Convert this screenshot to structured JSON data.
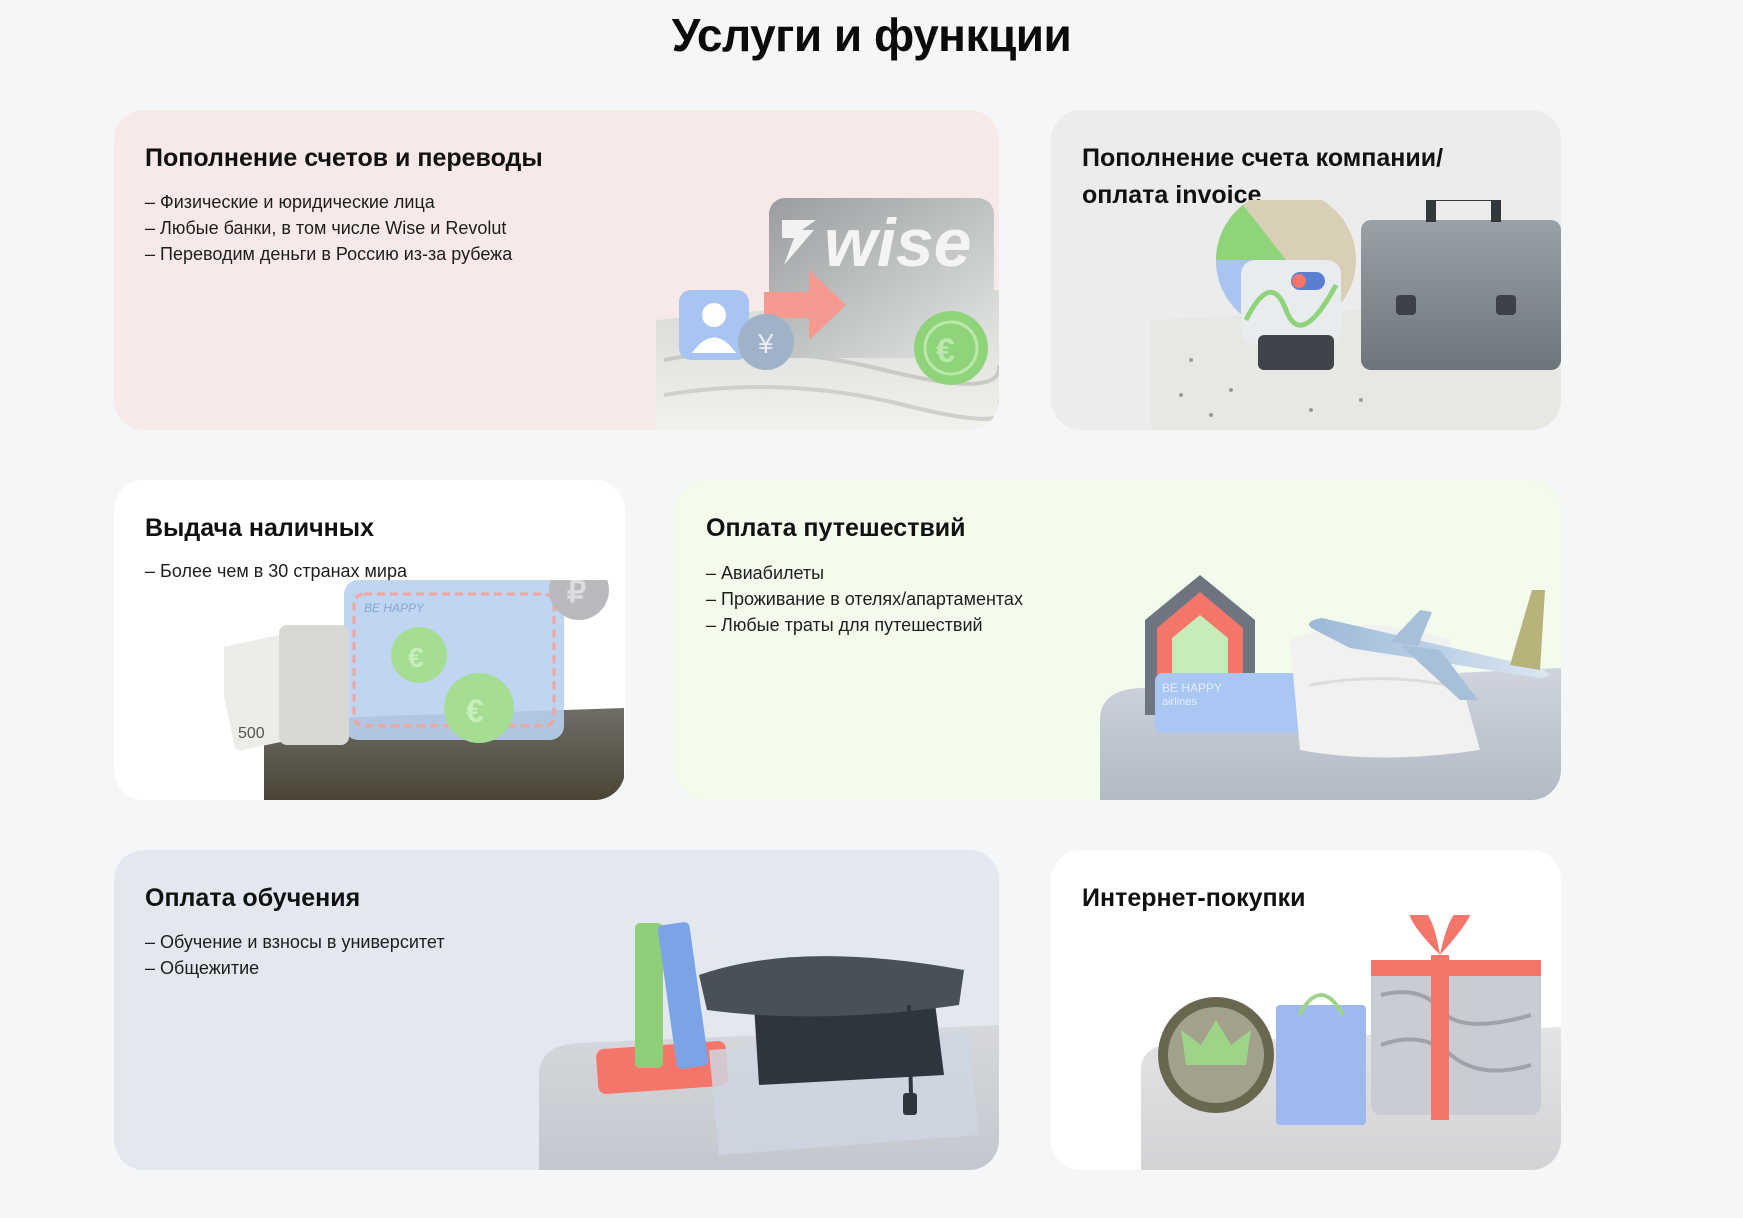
{
  "page": {
    "title": "Услуги и функции"
  },
  "cards": [
    {
      "title": "Пополнение счетов и переводы",
      "items": [
        "– Физические и юридические лица",
        "– Любые банки, в том числе Wise и Revolut",
        "– Переводим деньги в Россию из-за рубежа"
      ],
      "art_text": {
        "brand": "wise"
      }
    },
    {
      "title_line1": "Пополнение счета компании/",
      "title_line2": "оплата invoice",
      "items": []
    },
    {
      "title": "Выдача наличных",
      "items": [
        "– Более чем в 30 странах мира"
      ],
      "art_text": {
        "card_brand": "BE HAPPY",
        "banknote": "500"
      }
    },
    {
      "title": "Оплата путешествий",
      "items": [
        "– Авиабилеты",
        "– Проживание в отелях/апартаментах",
        "– Любые траты для путешествий"
      ],
      "art_text": {
        "ticket_line1": "BE HAPPY",
        "ticket_line2": "airlines"
      }
    },
    {
      "title": "Оплата обучения",
      "items": [
        "– Обучение и взносы в университет",
        "– Общежитие"
      ]
    },
    {
      "title": "Интернет-покупки",
      "items": []
    }
  ],
  "colors": {
    "page_bg": "#f5f6f8",
    "card1_bg": "#f7e9e7",
    "card2_bg": "#ececed",
    "card3_bg": "#ffffff",
    "card4_bg": "#f2fbec",
    "card5_bg": "#e3e7ee",
    "card6_bg": "#ffffff",
    "accent_green": "#8fd47a",
    "accent_coral": "#f4766a",
    "accent_blue": "#8fb6f0"
  }
}
